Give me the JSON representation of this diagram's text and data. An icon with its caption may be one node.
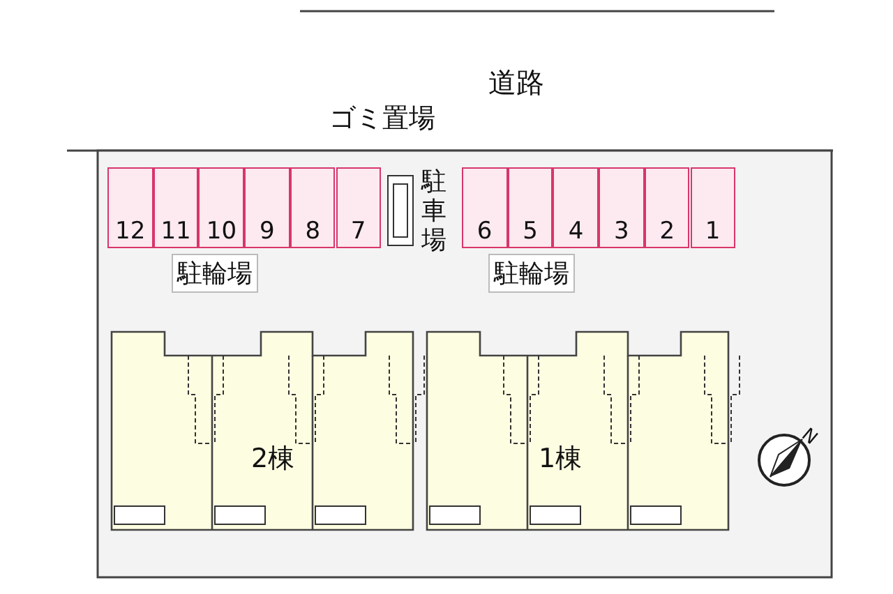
{
  "diagram": {
    "nodes": [
      {
        "text": [
          "12"
        ]
      },
      {
        "text": [
          "11"
        ]
      },
      {
        "text": [
          "10"
        ]
      },
      {
        "text": [
          "9"
        ]
      },
      {
        "text": [
          "8"
        ]
      },
      {
        "text": [
          "7"
        ]
      },
      {
        "text": [
          "6"
        ]
      },
      {
        "text": [
          "5"
        ]
      },
      {
        "text": [
          "4"
        ]
      },
      {
        "text": [
          "3"
        ]
      },
      {
        "text": [
          "2"
        ]
      },
      {
        "text": [
          "1"
        ]
      },
      {
        "text": [
          "2棟"
        ]
      },
      {
        "text": [
          "1棟"
        ]
      }
    ],
    "edges": [],
    "labels": [
      "道路",
      "ゴミ置場",
      "駐車場",
      "駐輪場",
      "駐輪場",
      "N"
    ]
  }
}
